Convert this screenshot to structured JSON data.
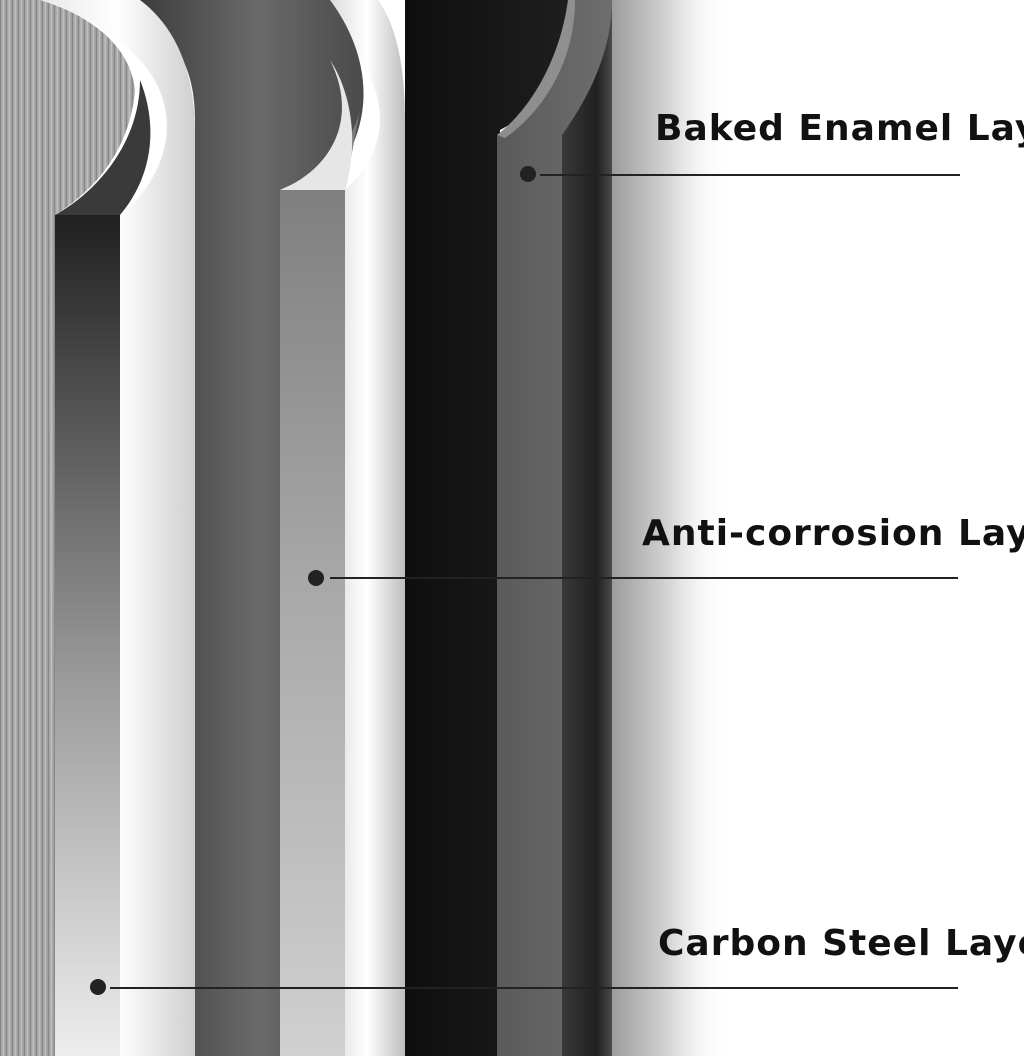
{
  "callouts": {
    "baked_enamel": "Baked Enamel Layer",
    "anti_corrosion": "Anti-corrosion Layer",
    "carbon_steel": "Carbon Steel Layer"
  },
  "colors": {
    "background": "#ffffff",
    "leader_line": "#222222",
    "label_text": "#111111"
  }
}
